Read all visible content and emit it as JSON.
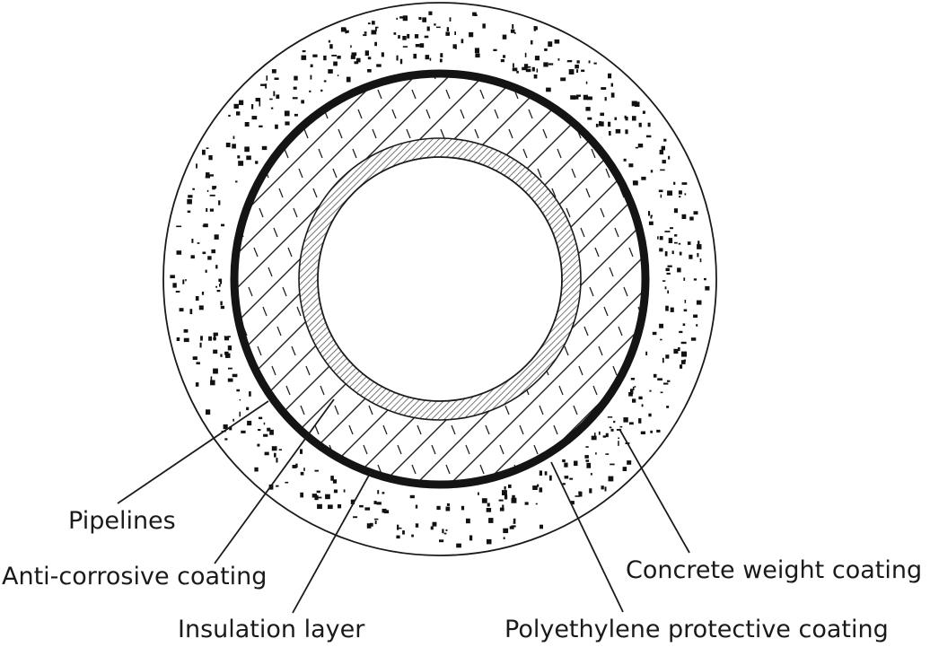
{
  "labels": {
    "pipelines": "Pipelines",
    "anti_corrosive": "Anti-corrosive coating",
    "insulation": "Insulation layer",
    "concrete": "Concrete weight coating",
    "polyethylene": "Polyethylene protective coating"
  },
  "colors": {
    "ink": "#1a1a1a",
    "background": "#ffffff"
  }
}
